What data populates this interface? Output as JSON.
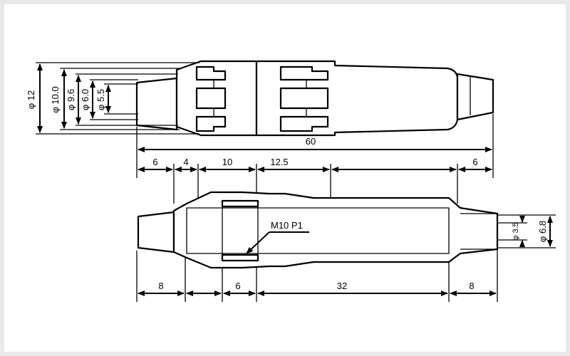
{
  "diameters": {
    "d12": "φ 12",
    "d10": "φ 10.0",
    "d96": "φ 9.6",
    "d60": "φ 6.0",
    "d55": "φ 5.5",
    "d35": "φ 3.5",
    "d68": "φ 6.8"
  },
  "top_row": {
    "overall": "60",
    "seg1": "6",
    "seg2": "4",
    "seg3": "10",
    "seg4": "12.5",
    "seg5": "6"
  },
  "bottom_row": {
    "seg1": "8",
    "seg2": "6",
    "seg3": "32",
    "seg4": "8"
  },
  "thread_label": "M10 P1"
}
